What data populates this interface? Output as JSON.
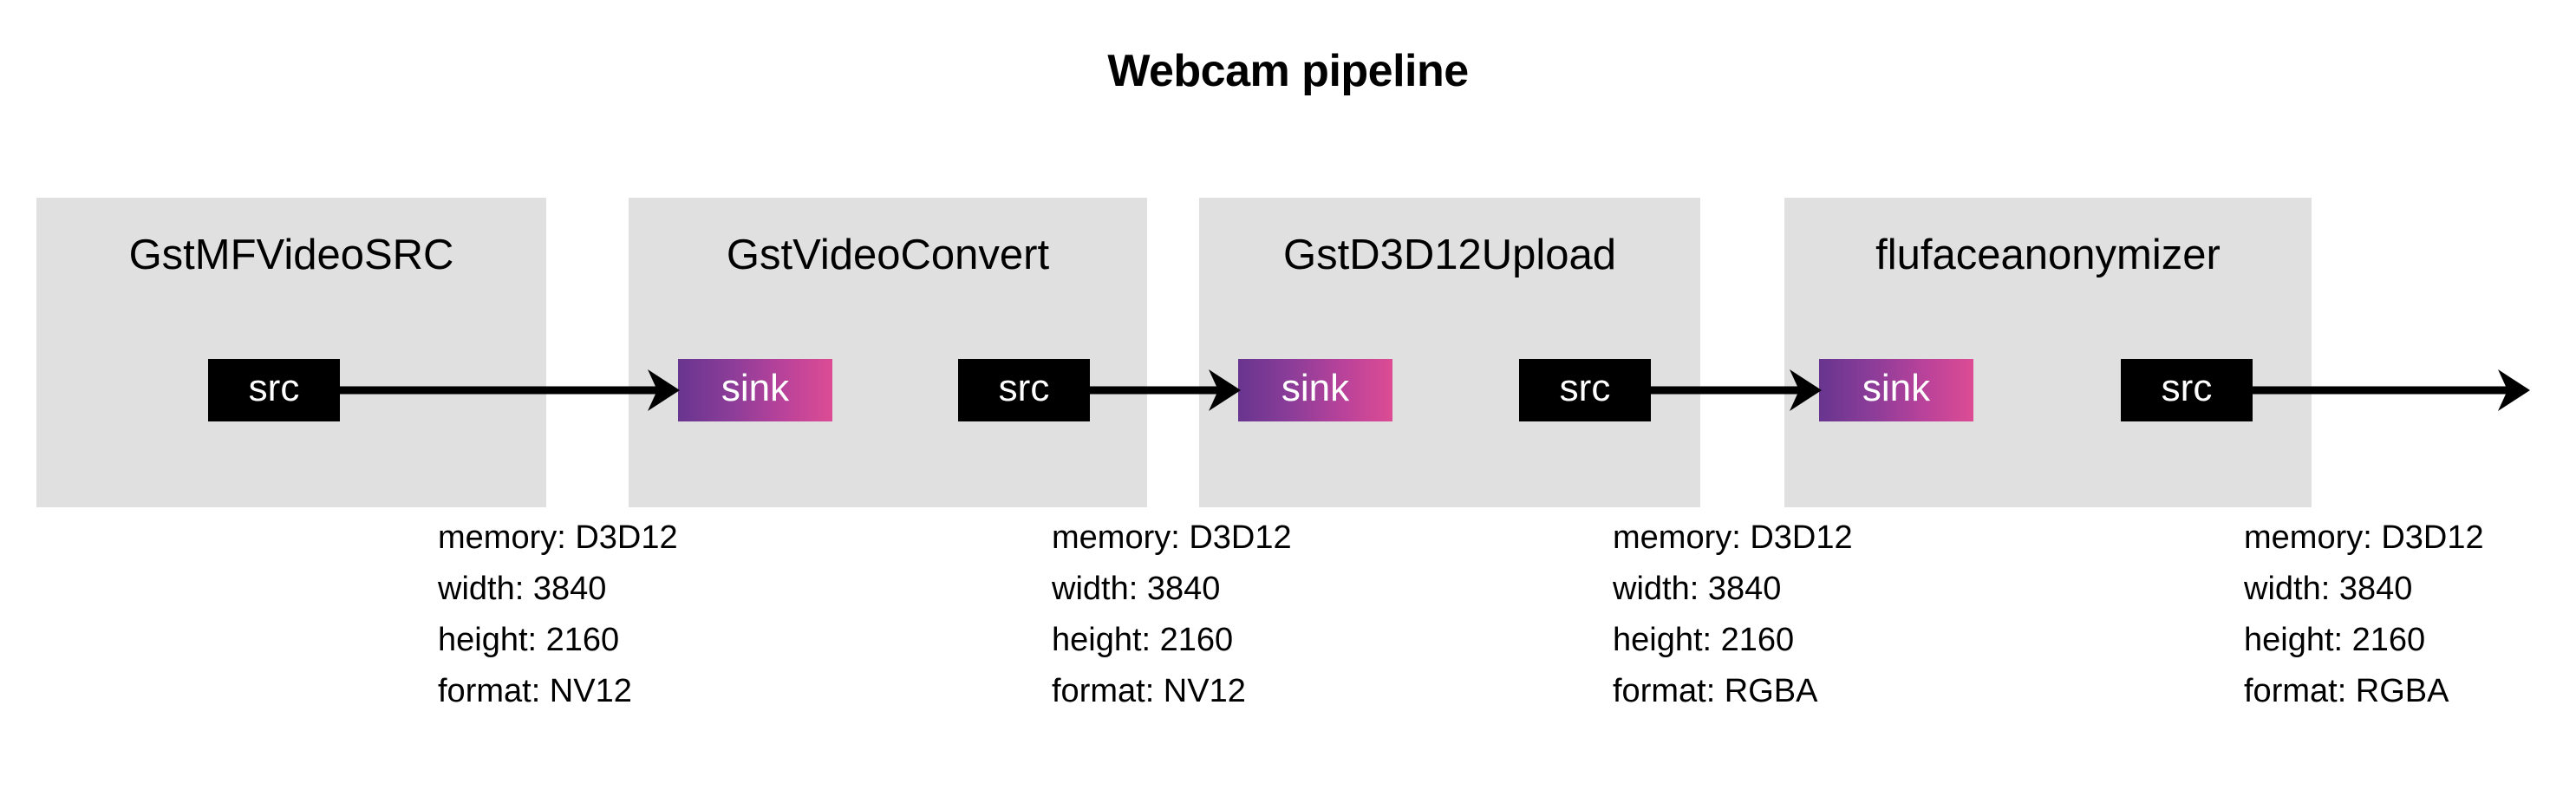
{
  "title": "Webcam pipeline",
  "colors": {
    "element_box_bg": "#e0e0e0",
    "src_pad_bg": "#000000",
    "sink_pad_gradient_start": "#68358f",
    "sink_pad_gradient_end": "#dc4c94",
    "arrow": "#000000",
    "text": "#000000",
    "page_bg": "#ffffff"
  },
  "elements": [
    {
      "name": "GstMFVideoSRC",
      "src_pad_label": "src",
      "sink_pad_label": null
    },
    {
      "name": "GstVideoConvert",
      "src_pad_label": "src",
      "sink_pad_label": "sink"
    },
    {
      "name": "GstD3D12Upload",
      "src_pad_label": "src",
      "sink_pad_label": "sink"
    },
    {
      "name": "flufaceanonymizer",
      "src_pad_label": "src",
      "sink_pad_label": "sink"
    }
  ],
  "links": [
    {
      "from": "GstMFVideoSRC:src",
      "to": "GstVideoConvert:sink",
      "caps": {
        "memory": "memory: D3D12",
        "width": "width: 3840",
        "height": "height: 2160",
        "format": "format: NV12"
      }
    },
    {
      "from": "GstVideoConvert:src",
      "to": "GstD3D12Upload:sink",
      "caps": {
        "memory": "memory: D3D12",
        "width": "width: 3840",
        "height": "height: 2160",
        "format": "format: NV12"
      }
    },
    {
      "from": "GstD3D12Upload:src",
      "to": "flufaceanonymizer:sink",
      "caps": {
        "memory": "memory: D3D12",
        "width": "width: 3840",
        "height": "height: 2160",
        "format": "format: RGBA"
      }
    },
    {
      "from": "flufaceanonymizer:src",
      "to": null,
      "caps": {
        "memory": "memory: D3D12",
        "width": "width: 3840",
        "height": "height: 2160",
        "format": "format: RGBA"
      }
    }
  ]
}
